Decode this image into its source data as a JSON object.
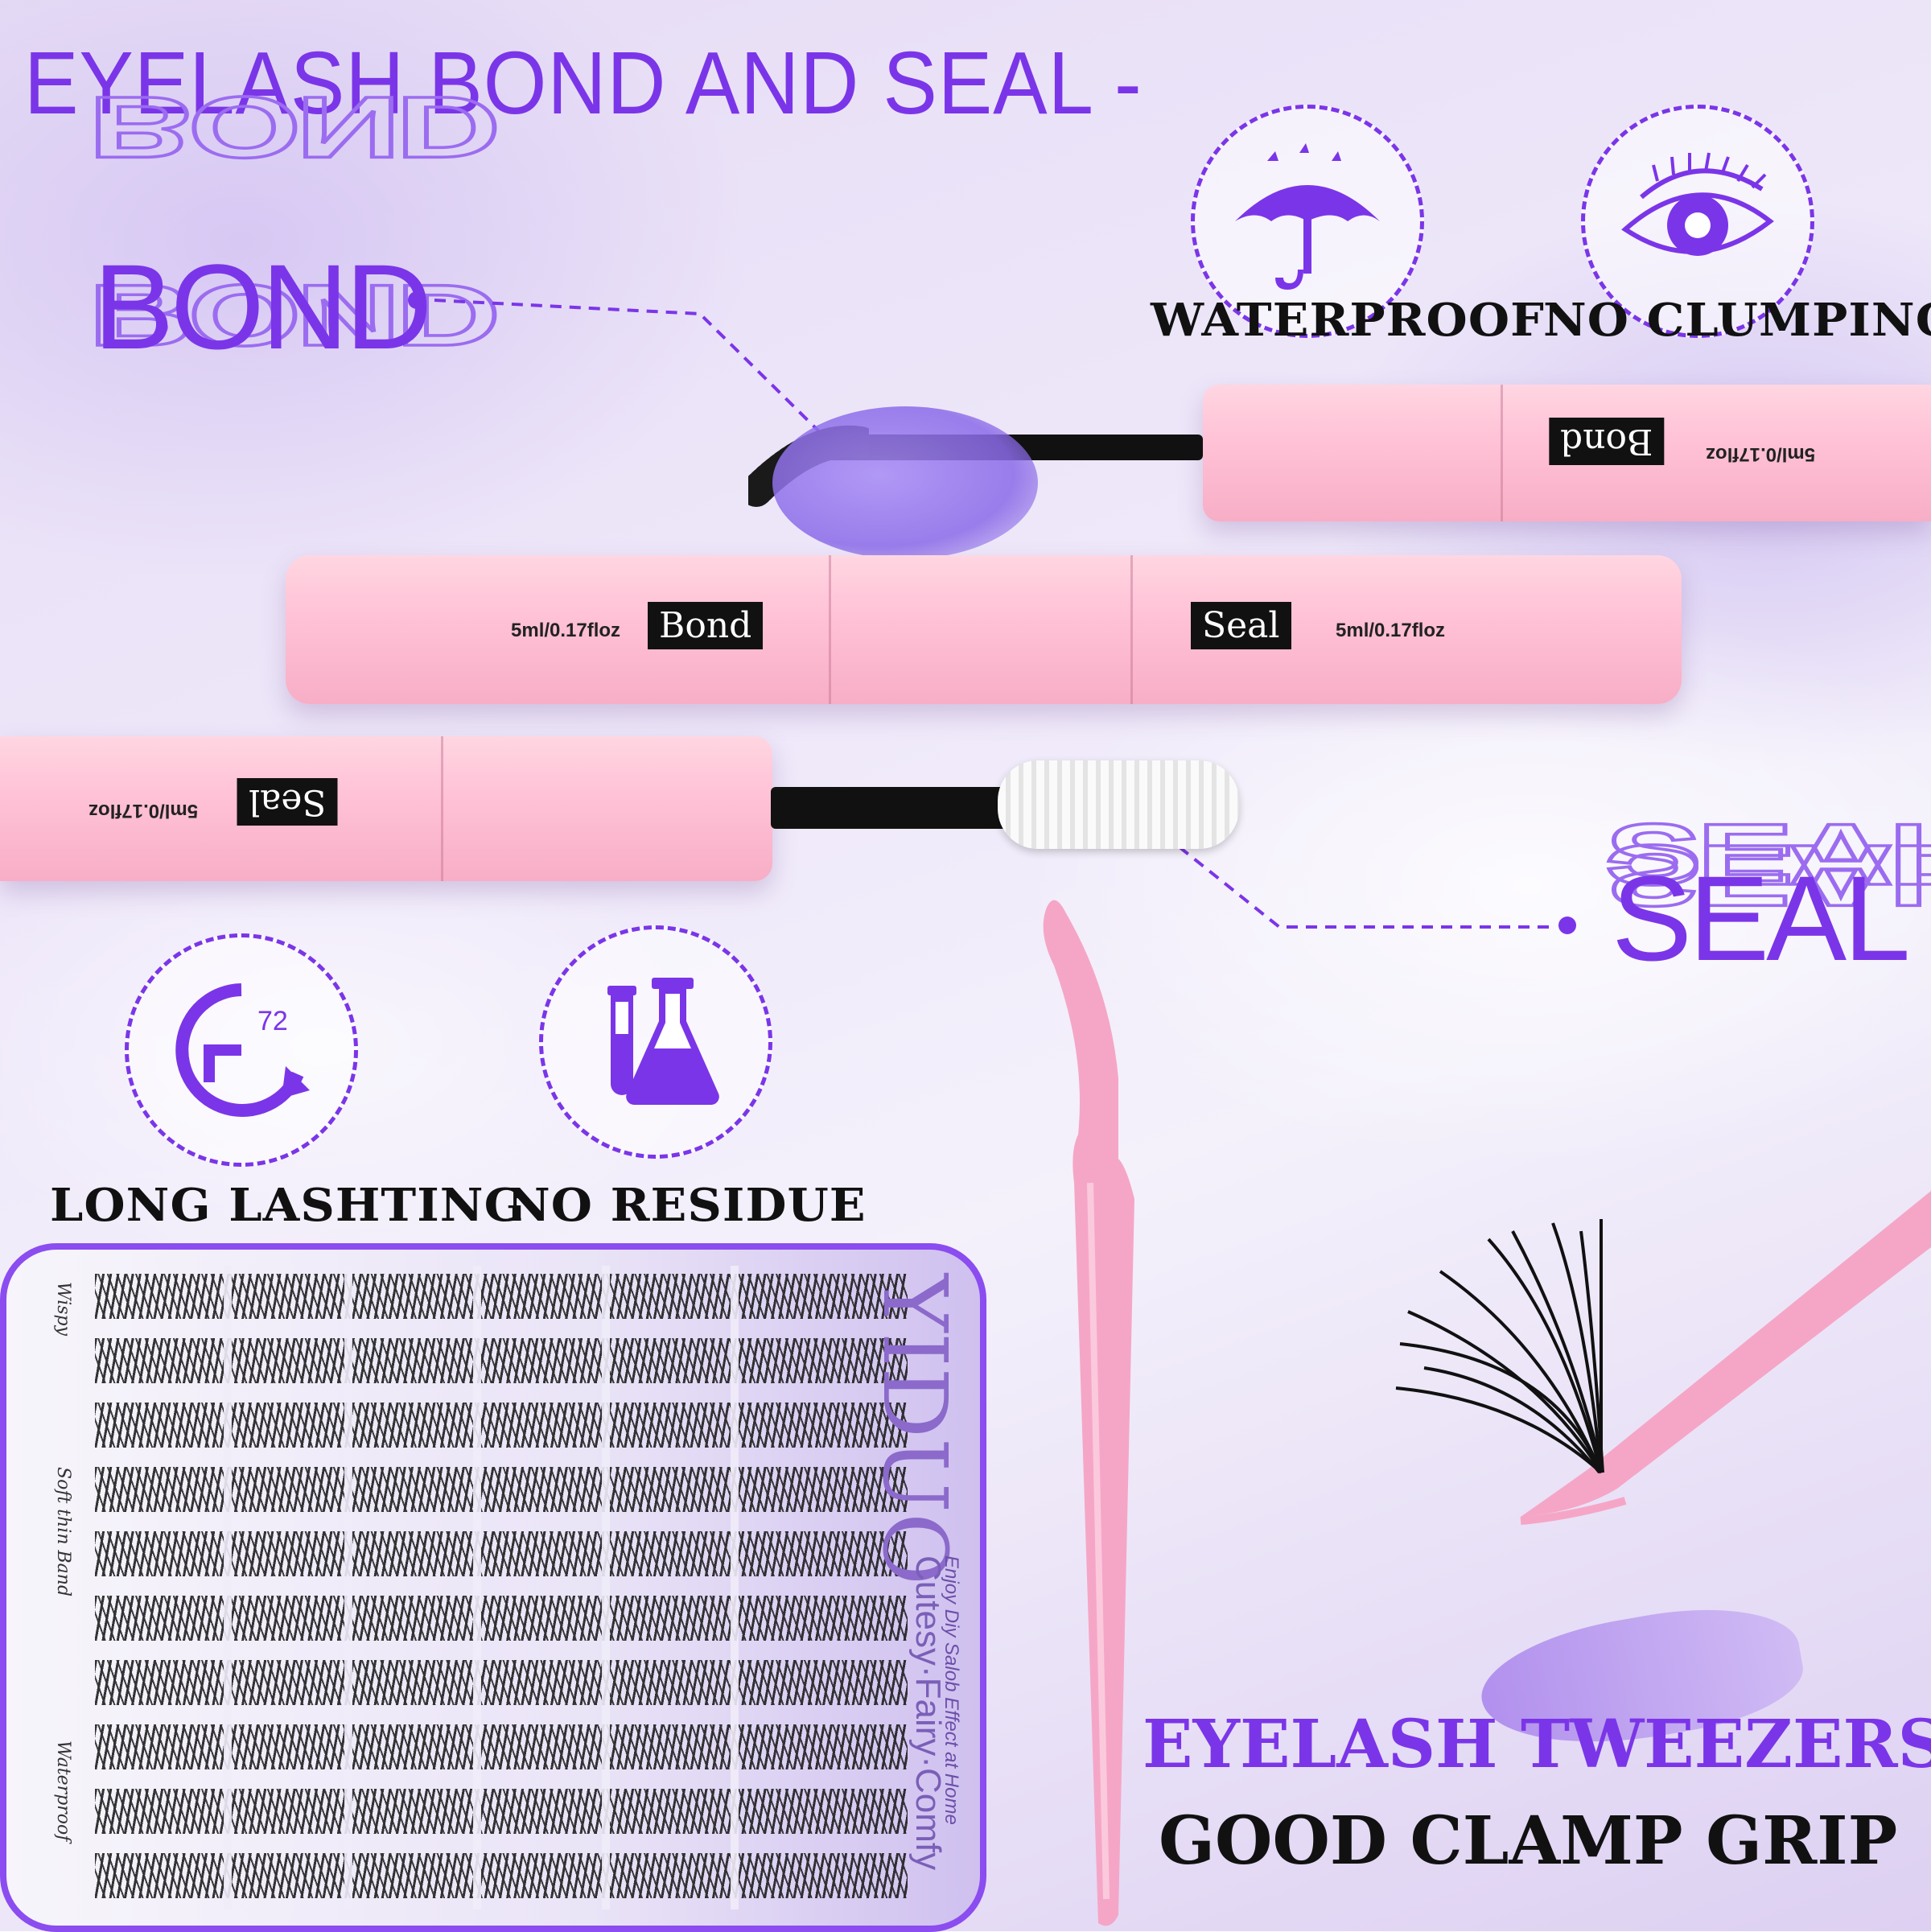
{
  "headline": "EYELASH BOND AND SEAL -",
  "bond_callout": {
    "word": "BOND"
  },
  "seal_callout": {
    "word": "SEAL"
  },
  "features": {
    "waterproof": "WATERPROOF",
    "no_clumping": "NO CLUMPING",
    "long_lasting": "LONG LASHTING",
    "no_residue": "NO RESIDUE"
  },
  "clock_number": "72",
  "tubes": {
    "bond_label": "Bond",
    "seal_label": "Seal",
    "volume": "5ml/0.17floz"
  },
  "tray": {
    "brand": "YIDUO",
    "tagline": "Cutesy·Fairy·Comfy",
    "slogan": "Enjoy Diy Salob Effect at Home",
    "side_labels": [
      "Wispy",
      "Soft thin Band",
      "Waterproof"
    ]
  },
  "bottom": {
    "title": "EYELASH TWEEZERS",
    "subtitle": "GOOD CLAMP GRIP"
  },
  "colors": {
    "accent": "#7b35e8",
    "tube_pink": "#ffc2d6",
    "text_dark": "#111111"
  }
}
